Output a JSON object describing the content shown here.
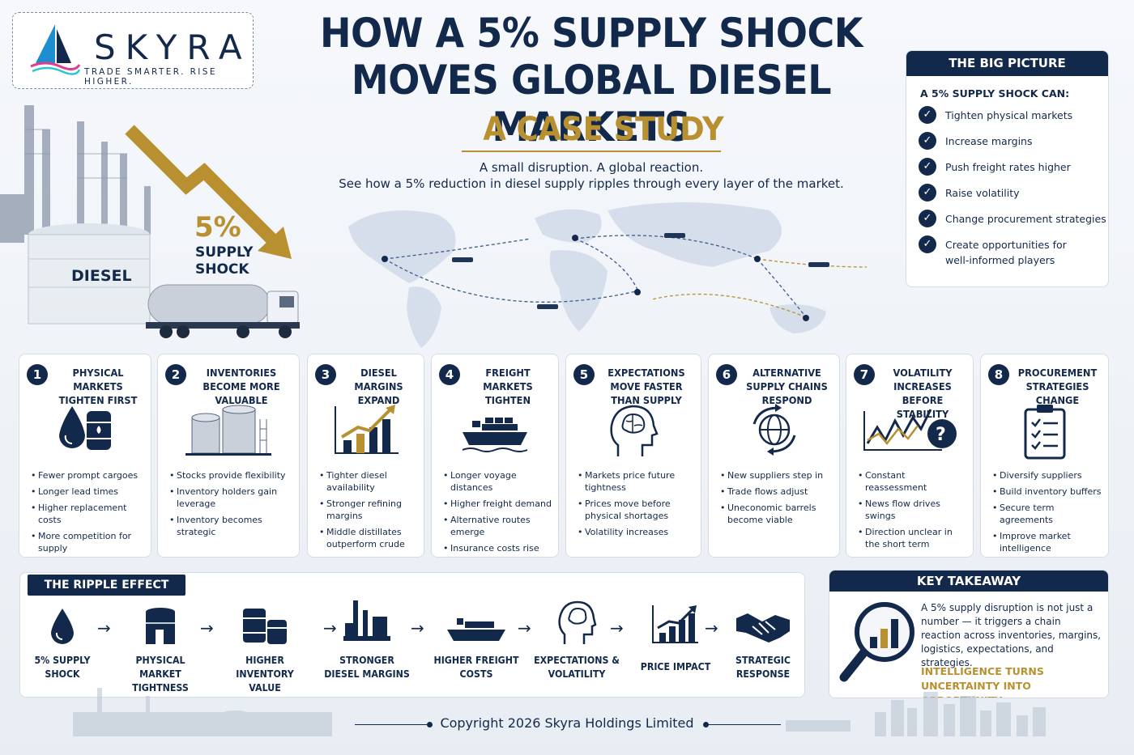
{
  "brand": {
    "name": "SKYRA",
    "tagline": "TRADE SMARTER. RISE HIGHER."
  },
  "header": {
    "title_line1": "HOW A 5% SUPPLY SHOCK",
    "title_line2": "MOVES GLOBAL DIESEL MARKETS",
    "subtitle": "A CASE STUDY",
    "lede_line1": "A small disruption. A global reaction.",
    "lede_line2": "See how a 5% reduction in diesel supply ripples through every layer of the market."
  },
  "hero": {
    "tank_label": "DIESEL",
    "shock_pct": "5%",
    "shock_l1": "SUPPLY",
    "shock_l2": "SHOCK"
  },
  "big_picture": {
    "heading": "THE BIG PICTURE",
    "intro": "A 5% SUPPLY SHOCK CAN:",
    "items": [
      "Tighten physical markets",
      "Increase margins",
      "Push freight rates higher",
      "Raise volatility",
      "Change procurement strategies",
      "Create opportunities for well-informed players"
    ]
  },
  "steps": [
    {
      "num": "1",
      "title": "PHYSICAL MARKETS TIGHTEN FIRST",
      "icon": "drop-barrel-icon",
      "bullets": [
        "Fewer prompt cargoes",
        "Longer lead times",
        "Higher replacement costs",
        "More competition for supply"
      ]
    },
    {
      "num": "2",
      "title": "INVENTORIES BECOME MORE VALUABLE",
      "icon": "storage-tanks-icon",
      "bullets": [
        "Stocks provide flexibility",
        "Inventory holders gain leverage",
        "Inventory becomes strategic"
      ]
    },
    {
      "num": "3",
      "title": "DIESEL MARGINS EXPAND",
      "icon": "rising-bars-icon",
      "bullets": [
        "Tighter diesel availability",
        "Stronger refining margins",
        "Middle distillates outperform crude"
      ]
    },
    {
      "num": "4",
      "title": "FREIGHT MARKETS TIGHTEN",
      "icon": "container-ship-icon",
      "bullets": [
        "Longer voyage distances",
        "Higher freight demand",
        "Alternative routes emerge",
        "Insurance costs rise"
      ]
    },
    {
      "num": "5",
      "title": "EXPECTATIONS MOVE FASTER THAN SUPPLY",
      "icon": "brain-head-icon",
      "bullets": [
        "Markets price future tightness",
        "Prices move before physical shortages",
        "Volatility increases"
      ]
    },
    {
      "num": "6",
      "title": "ALTERNATIVE SUPPLY CHAINS RESPOND",
      "icon": "globe-cycle-icon",
      "bullets": [
        "New suppliers step in",
        "Trade flows adjust",
        "Uneconomic barrels become viable"
      ]
    },
    {
      "num": "7",
      "title": "VOLATILITY INCREASES BEFORE STABILITY",
      "icon": "volatility-question-icon",
      "bullets": [
        "Constant reassessment",
        "News flow drives swings",
        "Direction unclear in the short term"
      ]
    },
    {
      "num": "8",
      "title": "PROCUREMENT STRATEGIES CHANGE",
      "icon": "clipboard-checklist-icon",
      "bullets": [
        "Diversify suppliers",
        "Build inventory buffers",
        "Secure term agreements",
        "Improve market intelligence"
      ]
    }
  ],
  "ripple": {
    "heading": "THE RIPPLE EFFECT",
    "items": [
      {
        "label": "5% SUPPLY SHOCK",
        "icon": "drop-icon"
      },
      {
        "label": "PHYSICAL MARKET TIGHTNESS",
        "icon": "tank-icon"
      },
      {
        "label": "HIGHER INVENTORY VALUE",
        "icon": "barrels-icon"
      },
      {
        "label": "STRONGER DIESEL MARGINS",
        "icon": "refinery-icon"
      },
      {
        "label": "HIGHER FREIGHT COSTS",
        "icon": "ship-icon"
      },
      {
        "label": "EXPECTATIONS & VOLATILITY",
        "icon": "brain-icon"
      },
      {
        "label": "PRICE IMPACT",
        "icon": "chart-icon"
      },
      {
        "label": "STRATEGIC RESPONSE",
        "icon": "handshake-icon"
      }
    ],
    "arrow": "→"
  },
  "takeaway": {
    "heading": "KEY TAKEAWAY",
    "body": "A 5% supply disruption is not just a number — it triggers a chain reaction across inventories, margins, logistics, expectations, and strategies.",
    "highlight": "INTELLIGENCE TURNS UNCERTAINTY INTO OPPORTUNITY."
  },
  "footer": {
    "copyright": "Copyright 2026  Skyra Holdings Limited"
  },
  "colors": {
    "navy": "#13294b",
    "gold": "#b8902f",
    "panel": "#ffffff",
    "border": "#d6dce6"
  }
}
